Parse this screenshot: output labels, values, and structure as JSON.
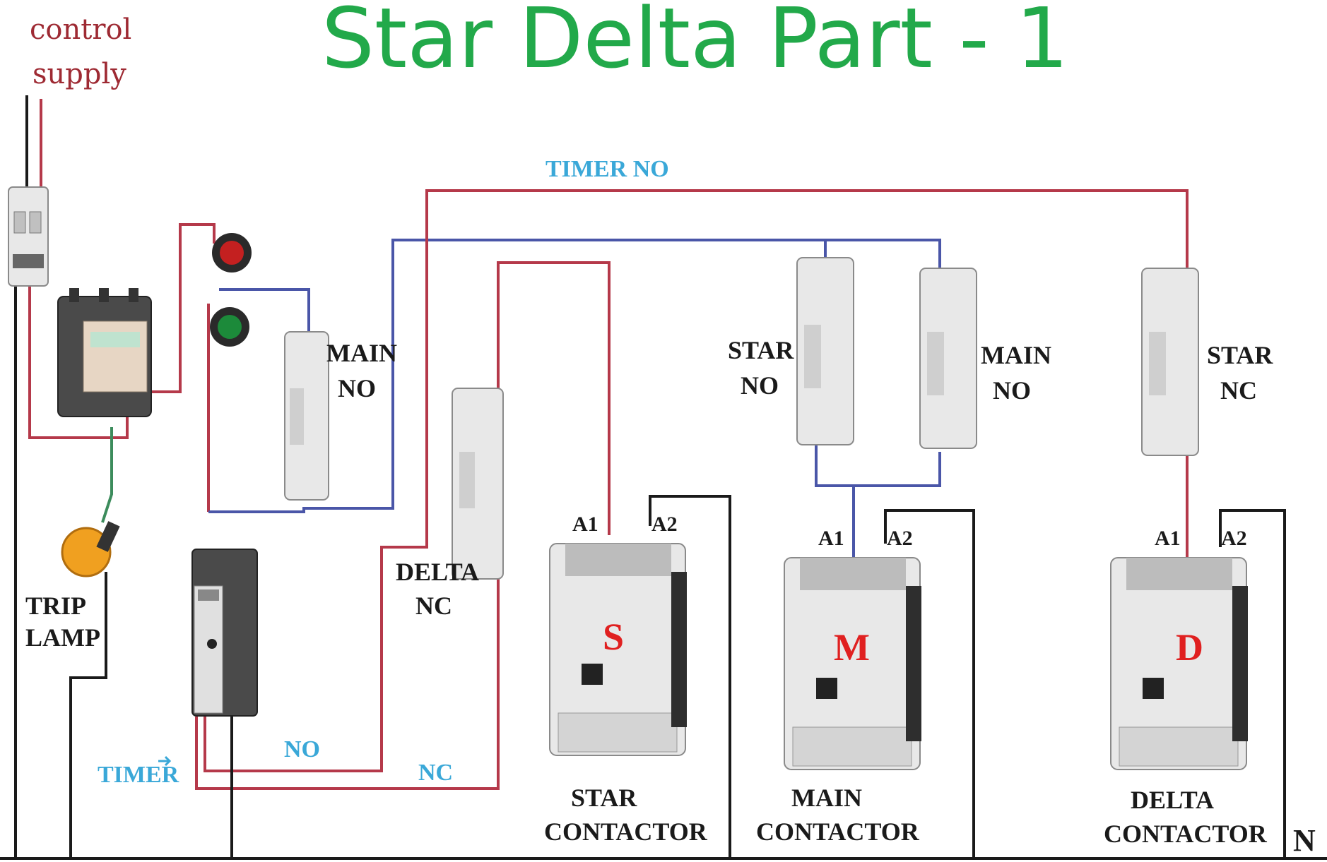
{
  "title": "Star Delta Part - 1",
  "supply": {
    "line1": "control",
    "line2": "supply"
  },
  "wire_labels": {
    "timer_no": "TIMER NO",
    "no": "NO",
    "nc": "NC"
  },
  "contacts": {
    "main_no_1": {
      "line1": "MAIN",
      "line2": "NO"
    },
    "delta_nc": {
      "line1": "DELTA",
      "line2": "NC"
    },
    "star_no": {
      "line1": "STAR",
      "line2": "NO"
    },
    "main_no_2": {
      "line1": "MAIN",
      "line2": "NO"
    },
    "star_nc": {
      "line1": "STAR",
      "line2": "NC"
    }
  },
  "trip_lamp": {
    "line1": "TRIP",
    "line2": "LAMP"
  },
  "timer": {
    "label": "TIMER"
  },
  "contactors": {
    "star": {
      "letter": "S",
      "a1": "A1",
      "a2": "A2",
      "line1": "STAR",
      "line2": "CONTACTOR"
    },
    "main": {
      "letter": "M",
      "a1": "A1",
      "a2": "A2",
      "line1": "MAIN",
      "line2": "CONTACTOR"
    },
    "delta": {
      "letter": "D",
      "a1": "A1",
      "a2": "A2",
      "line1": "DELTA",
      "line2": "CONTACTOR"
    }
  },
  "neutral": "N",
  "colors": {
    "title": "#22a94a",
    "wire_red": "#b5394a",
    "wire_blue": "#4a56a8",
    "wire_black": "#1a1a1a",
    "label_cyan": "#3aa8d8",
    "lamp_orange": "#f0a020"
  }
}
